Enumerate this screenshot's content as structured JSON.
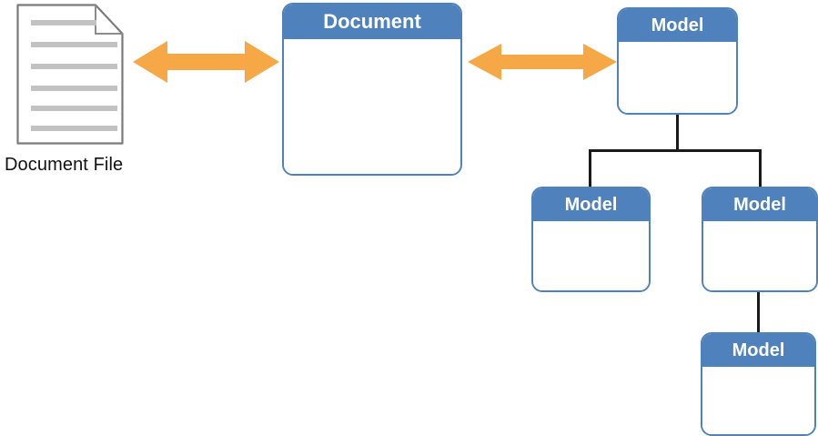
{
  "diagram": {
    "title": "Document and Model relationship diagram",
    "colors": {
      "node_blue": "#4F81BD",
      "arrow_orange": "#F5A845",
      "connector_black": "#1A1A1A",
      "doc_outline_gray": "#7A7A7A",
      "doc_line_gray": "#C2C2C2",
      "node_body_white": "#FFFFFF",
      "header_text_white": "#FFFFFF",
      "label_text_black": "#111111"
    },
    "document_file": {
      "icon_name": "document-file-icon",
      "label": "Document File",
      "line_count": 6
    },
    "arrows": [
      {
        "name": "arrow-doc-file-to-document",
        "direction": "bidirectional",
        "from": "Document File",
        "to": "Document"
      },
      {
        "name": "arrow-document-to-model",
        "direction": "bidirectional",
        "from": "Document",
        "to": "Model"
      }
    ],
    "nodes": {
      "document": {
        "title": "Document"
      },
      "model_root": {
        "title": "Model"
      },
      "model_child_left": {
        "title": "Model"
      },
      "model_child_right": {
        "title": "Model"
      },
      "model_grandchild": {
        "title": "Model"
      }
    },
    "connections": [
      {
        "name": "root-to-children",
        "from": "model_root",
        "to": [
          "model_child_left",
          "model_child_right"
        ]
      },
      {
        "name": "right-child-to-grandchild",
        "from": "model_child_right",
        "to": [
          "model_grandchild"
        ]
      }
    ]
  }
}
